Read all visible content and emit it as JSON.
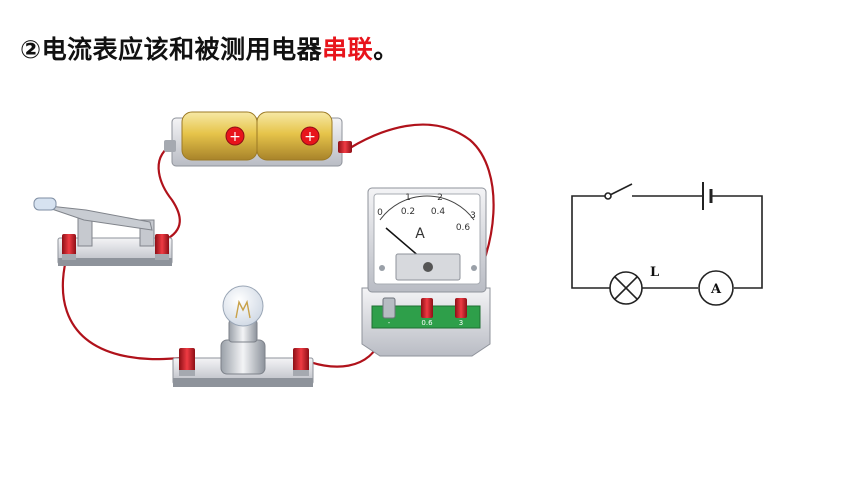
{
  "title": {
    "prefix": "②电流表应该和被测用电器",
    "highlight": "串联",
    "suffix": "。"
  },
  "colors": {
    "highlight": "#e8141b",
    "wire": "#b0121b",
    "terminal": "#d9232e",
    "battery": "#e6c44a"
  },
  "battery": {
    "plus_left": "+",
    "plus_right": "+"
  },
  "ammeter": {
    "symbol": "A",
    "scale_top": [
      "0",
      "1",
      "2",
      "3"
    ],
    "scale_bottom": [
      "0.2",
      "0.4",
      "0.6"
    ],
    "terminals": [
      "-",
      "0.6",
      "3"
    ]
  },
  "schematic": {
    "lamp_label": "L",
    "meter_label": "A"
  }
}
